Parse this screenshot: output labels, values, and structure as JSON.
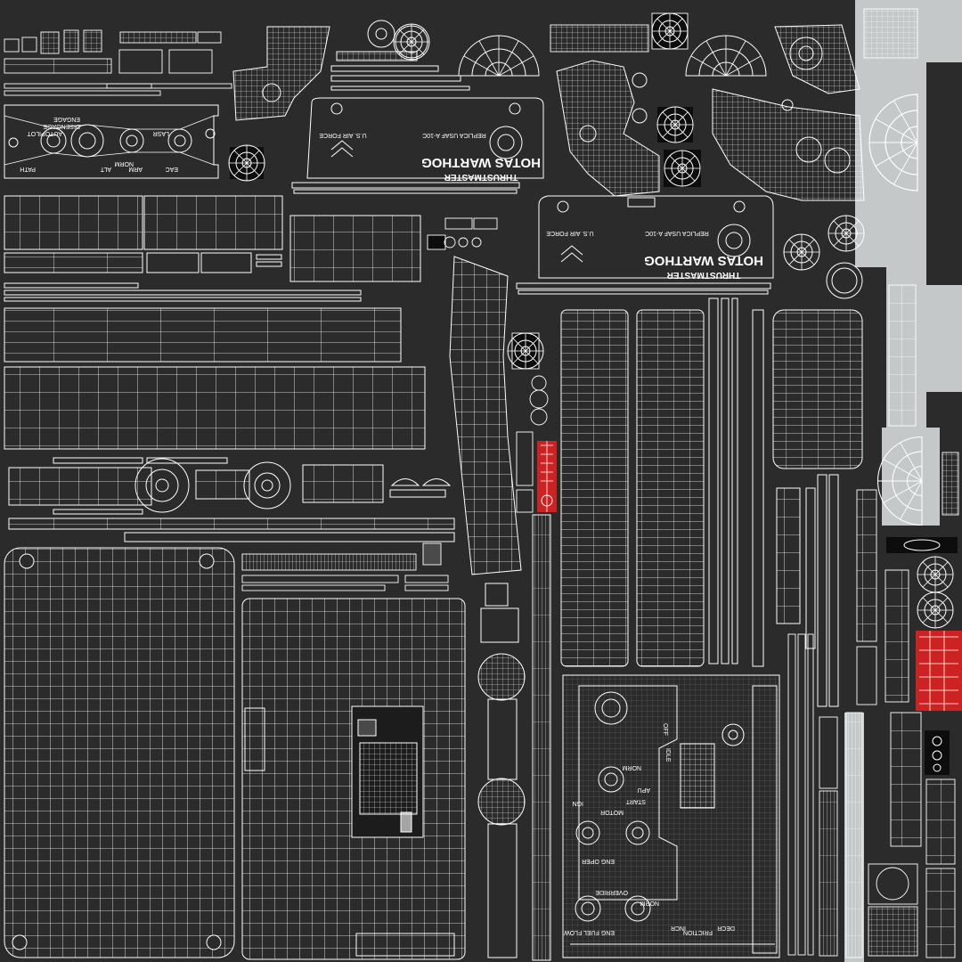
{
  "texture": {
    "background_color": "#2b2b2b",
    "wire_color": "#ffffff",
    "highlight_gray": "#c4c8c8",
    "highlight_red": "#cc2222"
  },
  "labels": {
    "brand_a": "THRUSTMASTER",
    "product_a": "HOTAS WARTHOG",
    "replica_a": "REPLICA USAF A-10C",
    "airforce_a": "U.S. AIR FORCE",
    "brand_b": "THRUSTMASTER",
    "product_b": "HOTAS WARTHOG",
    "replica_b": "REPLICA USAF A-10C",
    "airforce_b": "U.S. AIR FORCE",
    "panel_autopilot": "AUTOPILOT",
    "panel_disengage": "DISENGAGE",
    "panel_engage": "ENGAGE",
    "panel_eac": "EAC",
    "panel_arm": "ARM",
    "panel_path": "PATH",
    "panel_alt": "ALT",
    "panel_lasr": "LASR",
    "panel_norm": "NORM",
    "ctl_idle": "IDLE",
    "ctl_off": "OFF",
    "ctl_motor": "MOTOR",
    "ctl_start": "START",
    "ctl_ign": "IGN",
    "ctl_norm": "NORM",
    "ctl_eng_oper": "ENG OPER",
    "ctl_override": "OVERRIDE",
    "ctl_eng_fuel_flow": "ENG FUEL FLOW",
    "ctl_friction": "FRICTION",
    "ctl_decr": "DECR",
    "ctl_incr": "INCR",
    "ctl_apu": "APU",
    "ctl_norm2": "NORM"
  }
}
